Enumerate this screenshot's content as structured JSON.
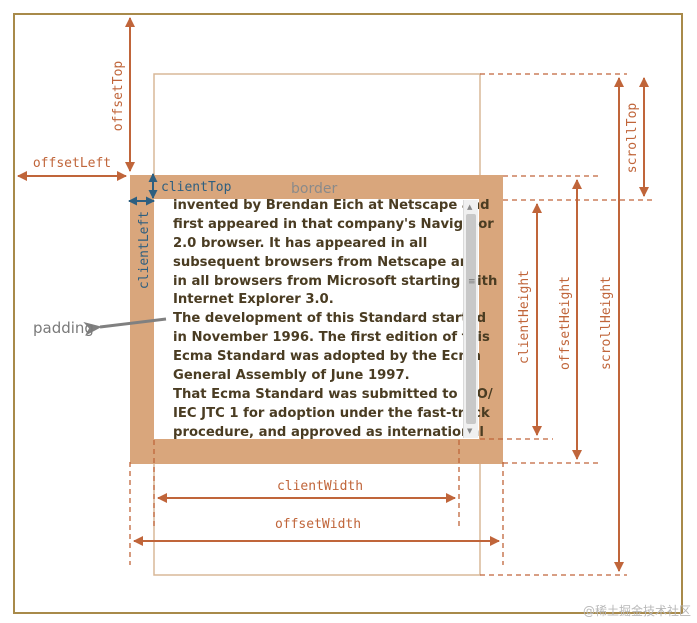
{
  "labels": {
    "offsetTop": "offsetTop",
    "offsetLeft": "offsetLeft",
    "clientTop": "clientTop",
    "clientLeft": "clientLeft",
    "border": "border",
    "padding": "padding",
    "scrollTop": "scrollTop",
    "clientHeight": "clientHeight",
    "offsetHeight": "offsetHeight",
    "scrollHeight": "scrollHeight",
    "clientWidth": "clientWidth",
    "offsetWidth": "offsetWidth"
  },
  "content_lines": [
    "invented by Brendan Eich at Netscape and",
    "first appeared in that company's Navigator",
    "2.0 browser. It has appeared in all",
    "subsequent browsers from Netscape and",
    "in all browsers from Microsoft starting with",
    "Internet Explorer 3.0.",
    "The development of this Standard started",
    "in November 1996. The first edition of this",
    "Ecma Standard was adopted by the Ecma",
    "General Assembly of June 1997.",
    "That Ecma Standard was submitted to ISO/",
    "IEC JTC 1 for adoption under the fast-track",
    "procedure, and approved as international"
  ],
  "watermark": "@稀土掘金技术社区",
  "colors": {
    "outer_frame": "#a88a4a",
    "element_border": "#d9a67c",
    "scroll_outline": "#d9b898",
    "arrow": "#c0653a",
    "client_arrow": "#2e5f80",
    "label_text": "#c0653a",
    "border_label": "#8a8a8a",
    "padding_label": "#7a7a7a",
    "content_text": "#4a3c22"
  }
}
